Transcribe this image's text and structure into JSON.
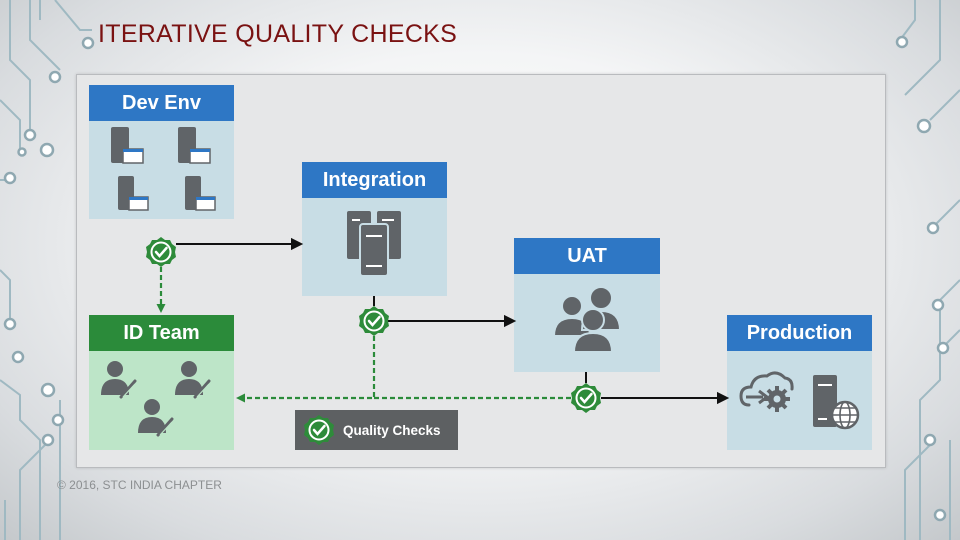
{
  "title": "ITERATIVE QUALITY CHECKS",
  "boxes": {
    "dev_env": "Dev Env",
    "integration": "Integration",
    "uat": "UAT",
    "id_team": "ID Team",
    "production": "Production"
  },
  "legend": {
    "label": "Quality Checks",
    "icon": "check-badge-icon"
  },
  "footer": {
    "copyright": "© 2016, STC INDIA CHAPTER"
  },
  "colors": {
    "title": "#7a1212",
    "box_header_blue": "#2e77c5",
    "box_body_blue": "#c8dde5",
    "box_header_green": "#2b8b3a",
    "box_body_green": "#bde5c8",
    "check_badge": "#2e8b3a",
    "dashed_line": "#2b8b3a"
  }
}
